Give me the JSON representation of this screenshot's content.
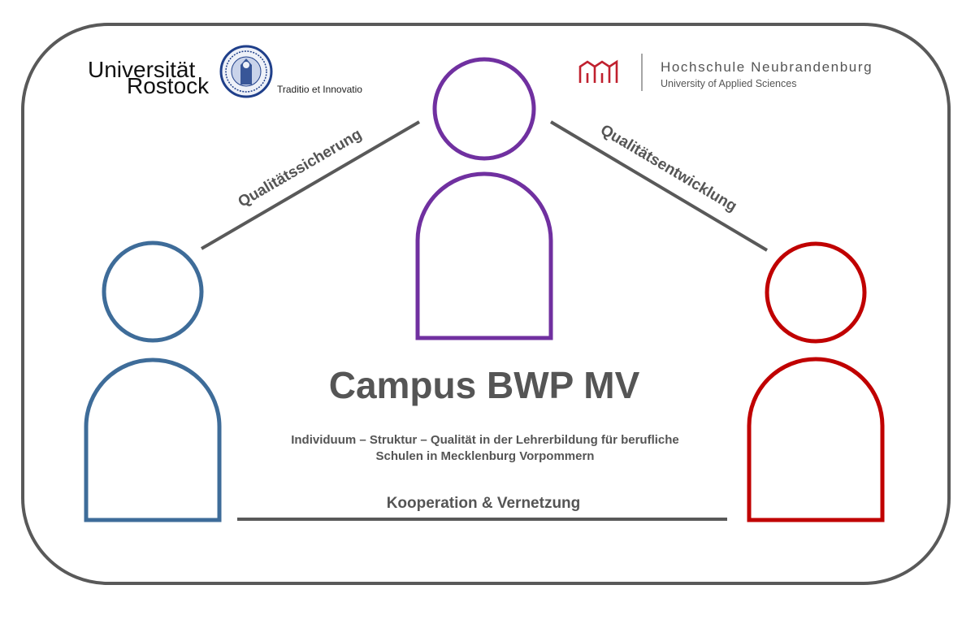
{
  "logos": {
    "left": {
      "name_line1": "Universität",
      "name_line2": "Rostock",
      "motto": "Traditio et Innovatio",
      "seal_icon": "university-seal-icon",
      "color": "#1f3f8a"
    },
    "right": {
      "name": "Hochschule Neubrandenburg",
      "subtitle": "University of Applied Sciences",
      "mark_icon": "hs-neubrandenburg-mark-icon",
      "color": "#c0202e"
    }
  },
  "title": "Campus BWP MV",
  "subtitle": {
    "line1": "Individuum – Struktur – Qualität in der Lehrerbildung für berufliche",
    "line2": "Schulen in Mecklenburg Vorpommern"
  },
  "edges": {
    "left": "Qualitätssicherung",
    "right": "Qualitätsentwicklung",
    "bottom": "Kooperation & Vernetzung"
  },
  "persons": [
    {
      "id": "left",
      "icon": "person-icon",
      "color": "#3e6c99"
    },
    {
      "id": "top",
      "icon": "person-icon",
      "color": "#7030a0"
    },
    {
      "id": "right",
      "icon": "person-icon",
      "color": "#c00000"
    }
  ],
  "colors": {
    "frame": "#595959",
    "line": "#595959",
    "text": "#555555"
  }
}
